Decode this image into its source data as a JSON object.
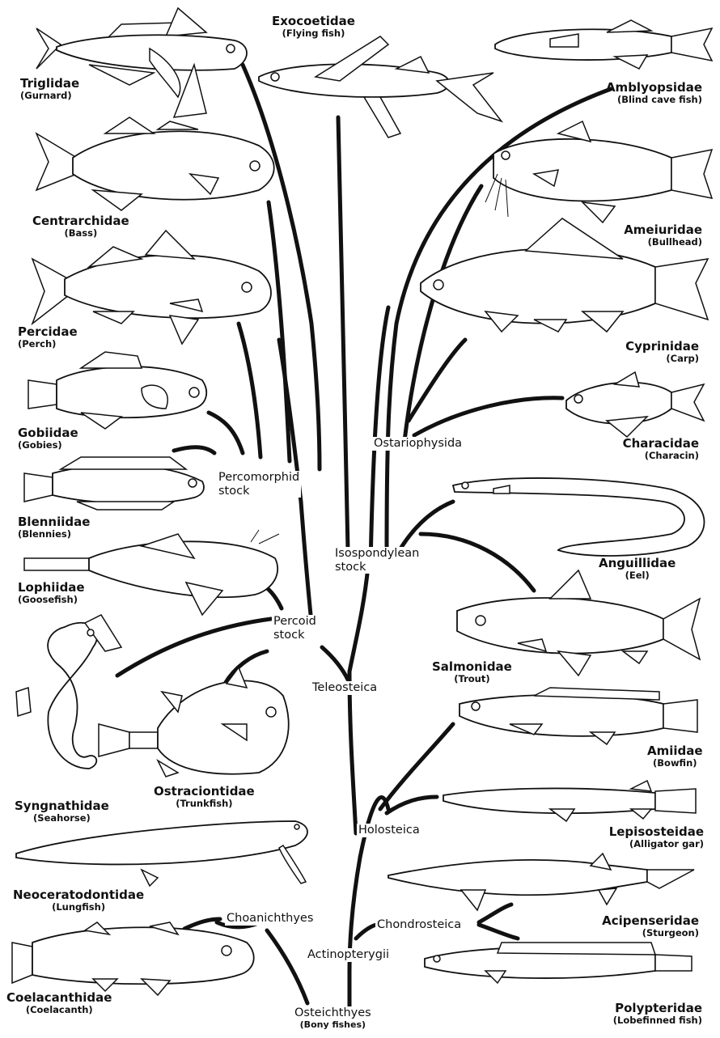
{
  "families": {
    "triglidae": {
      "name": "Triglidae",
      "common": "(Gurnard)"
    },
    "exocoetidae": {
      "name": "Exocoetidae",
      "common": "(Flying fish)"
    },
    "amblyopsidae": {
      "name": "Amblyopsidae",
      "common": "(Blind cave fish)"
    },
    "centrarchidae": {
      "name": "Centrarchidae",
      "common": "(Bass)"
    },
    "ameiuridae": {
      "name": "Ameiuridae",
      "common": "(Bullhead)"
    },
    "percidae": {
      "name": "Percidae",
      "common": "(Perch)"
    },
    "cyprinidae": {
      "name": "Cyprinidae",
      "common": "(Carp)"
    },
    "gobiidae": {
      "name": "Gobiidae",
      "common": "(Gobies)"
    },
    "characidae": {
      "name": "Characidae",
      "common": "(Characin)"
    },
    "blenniidae": {
      "name": "Blenniidae",
      "common": "(Blennies)"
    },
    "anguillidae": {
      "name": "Anguillidae",
      "common": "(Eel)"
    },
    "lophiidae": {
      "name": "Lophiidae",
      "common": "(Goosefish)"
    },
    "salmonidae": {
      "name": "Salmonidae",
      "common": "(Trout)"
    },
    "syngnathidae": {
      "name": "Syngnathidae",
      "common": "(Seahorse)"
    },
    "ostraciontidae": {
      "name": "Ostraciontidae",
      "common": "(Trunkfish)"
    },
    "amiidae": {
      "name": "Amiidae",
      "common": "(Bowfin)"
    },
    "lepisosteidae": {
      "name": "Lepisosteidae",
      "common": "(Alligator gar)"
    },
    "neoceratodontidae": {
      "name": "Neoceratodontidae",
      "common": "(Lungfish)"
    },
    "acipenseridae": {
      "name": "Acipenseridae",
      "common": "(Sturgeon)"
    },
    "coelacanthidae": {
      "name": "Coelacanthidae",
      "common": "(Coelacanth)"
    },
    "polypteridae": {
      "name": "Polypteridae",
      "common": "(Lobefinned fish)"
    }
  },
  "nodes": {
    "percomorphid": [
      "Percomorphid",
      "stock"
    ],
    "ostariophysida": "Ostariophysida",
    "isospondylean": [
      "Isospondylean",
      "stock"
    ],
    "percoid": [
      "Percoid",
      "stock"
    ],
    "teleosteica": "Teleosteica",
    "holosteica": "Holosteica",
    "choanichthyes": "Choanichthyes",
    "chondrosteica": "Chondrosteica",
    "actinopterygii": "Actinopterygii",
    "osteichthyes": "Osteichthyes",
    "osteichthyes_common": "(Bony fishes)"
  }
}
